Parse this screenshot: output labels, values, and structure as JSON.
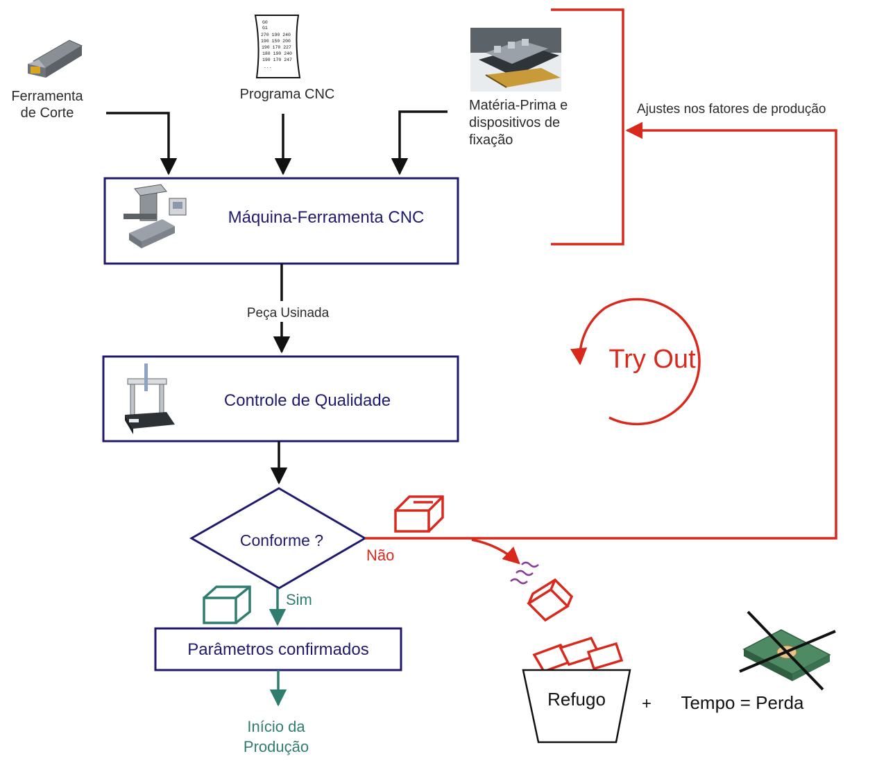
{
  "inputs": {
    "tool": "Ferramenta\nde Corte",
    "program": "Programa CNC",
    "material": "Matéria-Prima e\ndispositivos de\nfixação"
  },
  "program_sheet": "G0\nG1\n270 190 240\n190 150 200\n190 170 227\n180 190 240\n190 170 247\n...",
  "machine": "Máquina-Ferramenta CNC",
  "part_label": "Peça Usinada",
  "quality": "Controle de Qualidade",
  "decision": "Conforme ?",
  "yes_label": "Sim",
  "no_label": "Não",
  "confirmed": "Parâmetros confirmados",
  "start": "Início da\nProdução",
  "feedback": "Ajustes nos fatores de produção",
  "tryout": "Try Out",
  "scrap": "Refugo",
  "plus": "+",
  "loss": "Tempo = Perda",
  "colors": {
    "navy": "#1f1a6e",
    "red": "#d9281c",
    "teal": "#2e7d6e",
    "black": "#111111"
  },
  "icons": [
    "cutting-tool-icon",
    "cnc-program-sheet-icon",
    "raw-material-photo-icon",
    "milling-machine-icon",
    "cmm-machine-icon",
    "ok-part-cube-icon",
    "scrap-part-cube-icon",
    "scrap-bin-icon",
    "crossed-money-icon"
  ]
}
